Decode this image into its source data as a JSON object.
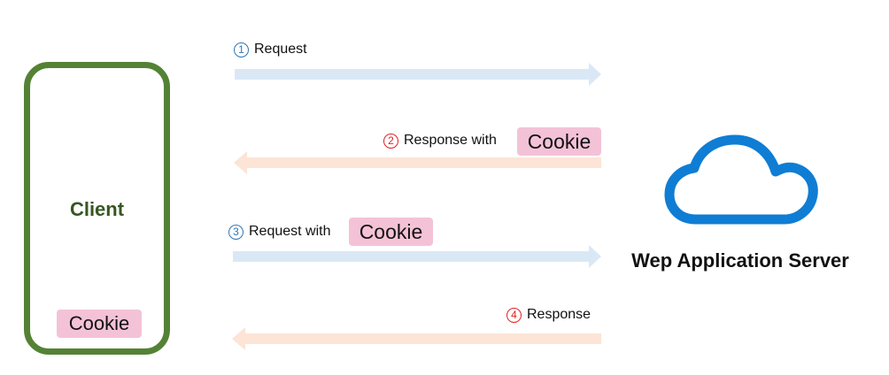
{
  "client": {
    "title": "Client",
    "cookie": "Cookie"
  },
  "server": {
    "label": "Wep Application Server",
    "icon": "cloud-icon"
  },
  "messages": [
    {
      "number": "1",
      "text": "Request",
      "direction": "to-server",
      "color": "blue"
    },
    {
      "number": "2",
      "text": "Response with",
      "cookie": "Cookie",
      "direction": "to-client",
      "color": "red"
    },
    {
      "number": "3",
      "text": "Request with",
      "cookie": "Cookie",
      "direction": "to-server",
      "color": "blue"
    },
    {
      "number": "4",
      "text": "Response",
      "direction": "to-client",
      "color": "red"
    }
  ],
  "colors": {
    "client_border": "#548235",
    "client_title": "#375623",
    "request_arrow": "#dae8f6",
    "response_arrow": "#fce4d6",
    "cookie_bg": "#f4c2d7",
    "cloud": "#0f7dd4"
  }
}
